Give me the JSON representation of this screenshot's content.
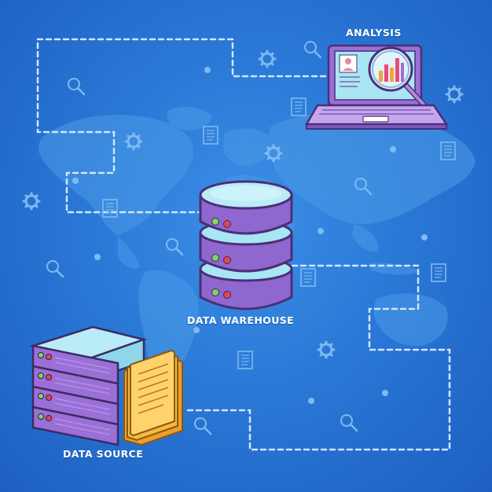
{
  "labels": {
    "analysis": "ANALYSIS",
    "data_warehouse": "DATA WAREHOUSE",
    "data_source": "DATA SOURCE"
  },
  "icons": [
    "laptop-analysis-icon",
    "magnifier-icon",
    "bar-chart-icon",
    "database-cylinder-icon",
    "server-rack-icon",
    "documents-icon",
    "gear-icon",
    "search-icon",
    "document-icon",
    "world-map"
  ],
  "colors": {
    "background": "#2a78d6",
    "connector": "#cfe6ff",
    "purple": "#9a6fd6",
    "purple_dark": "#5b3f8c",
    "cyan": "#a9e6f4",
    "folder_orange": "#f6b93b",
    "led_green": "#7ed957",
    "led_red": "#e54848"
  }
}
